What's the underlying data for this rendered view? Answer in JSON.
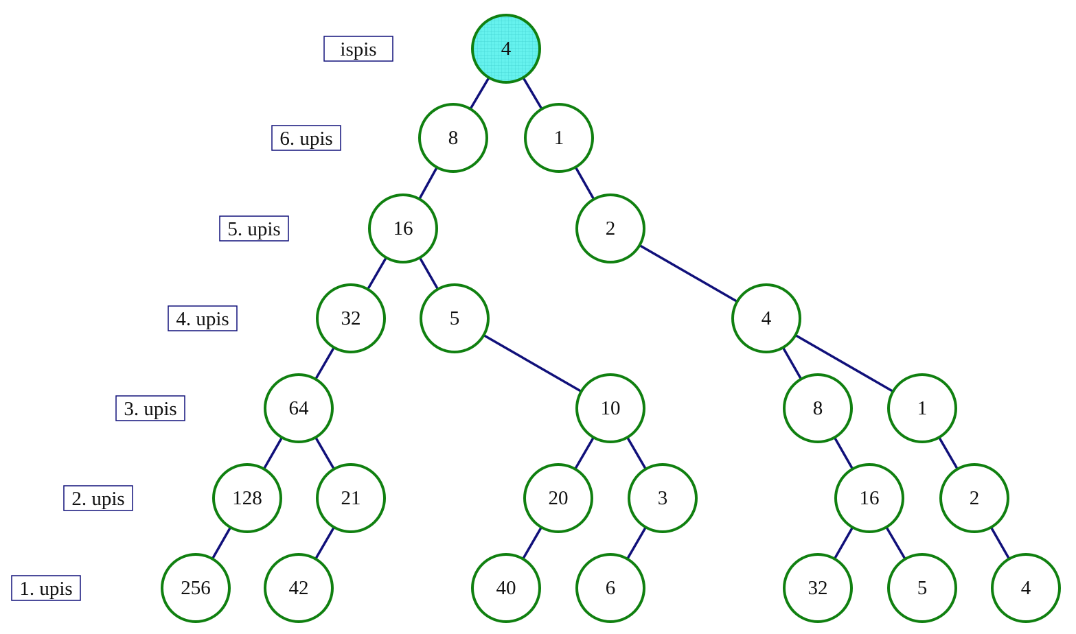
{
  "diagram": {
    "type": "binary-tree",
    "highlight_color": "#66f2ee",
    "node_stroke_color": "#108010",
    "edge_color": "#10107a",
    "row_labels": [
      "ispis",
      "6. upis",
      "5. upis",
      "4. upis",
      "3. upis",
      "2. upis",
      "1. upis"
    ],
    "nodes": [
      {
        "id": "n0",
        "value": "4",
        "row": 0,
        "highlighted": true
      },
      {
        "id": "n1",
        "value": "8",
        "row": 1,
        "parent": "n0"
      },
      {
        "id": "n2",
        "value": "1",
        "row": 1,
        "parent": "n0"
      },
      {
        "id": "n3",
        "value": "16",
        "row": 2,
        "parent": "n1"
      },
      {
        "id": "n4",
        "value": "2",
        "row": 2,
        "parent": "n2"
      },
      {
        "id": "n5",
        "value": "32",
        "row": 3,
        "parent": "n3"
      },
      {
        "id": "n6",
        "value": "5",
        "row": 3,
        "parent": "n3"
      },
      {
        "id": "n7",
        "value": "4",
        "row": 3,
        "parent": "n4"
      },
      {
        "id": "n8",
        "value": "64",
        "row": 4,
        "parent": "n5"
      },
      {
        "id": "n9",
        "value": "10",
        "row": 4,
        "parent": "n6"
      },
      {
        "id": "n10",
        "value": "8",
        "row": 4,
        "parent": "n7"
      },
      {
        "id": "n11",
        "value": "1",
        "row": 4,
        "parent": "n7"
      },
      {
        "id": "n12",
        "value": "128",
        "row": 5,
        "parent": "n8"
      },
      {
        "id": "n13",
        "value": "21",
        "row": 5,
        "parent": "n8"
      },
      {
        "id": "n14",
        "value": "20",
        "row": 5,
        "parent": "n9"
      },
      {
        "id": "n15",
        "value": "3",
        "row": 5,
        "parent": "n9"
      },
      {
        "id": "n16",
        "value": "16",
        "row": 5,
        "parent": "n10"
      },
      {
        "id": "n17",
        "value": "2",
        "row": 5,
        "parent": "n11"
      },
      {
        "id": "n18",
        "value": "256",
        "row": 6,
        "parent": "n12"
      },
      {
        "id": "n19",
        "value": "42",
        "row": 6,
        "parent": "n13"
      },
      {
        "id": "n20",
        "value": "40",
        "row": 6,
        "parent": "n14"
      },
      {
        "id": "n21",
        "value": "6",
        "row": 6,
        "parent": "n15"
      },
      {
        "id": "n22",
        "value": "32",
        "row": 6,
        "parent": "n16"
      },
      {
        "id": "n23",
        "value": "5",
        "row": 6,
        "parent": "n16"
      },
      {
        "id": "n24",
        "value": "4",
        "row": 6,
        "parent": "n17"
      }
    ]
  }
}
